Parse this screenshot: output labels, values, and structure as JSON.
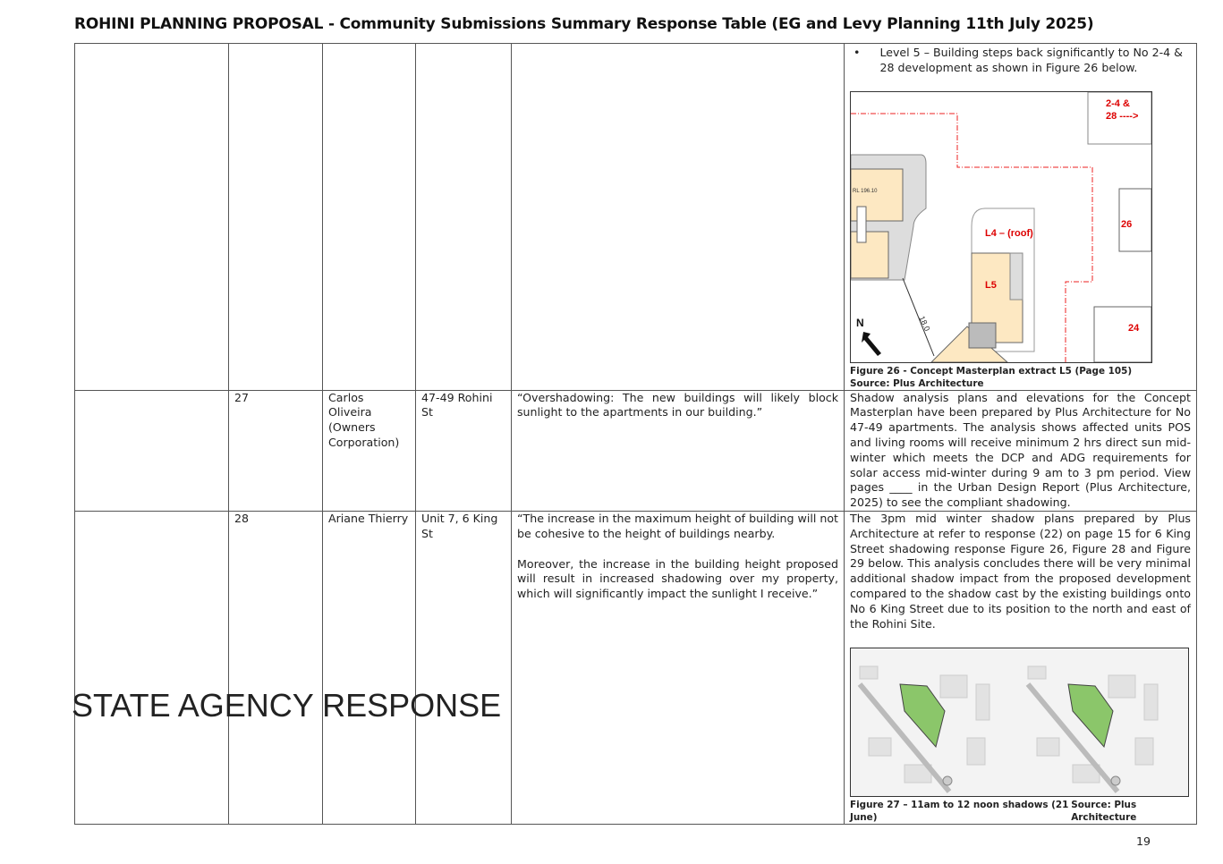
{
  "title": "ROHINI PLANNING PROPOSAL  - Community Submissions  Summary Response Table (EG and Levy Planning 11th July 2025)",
  "row0": {
    "bullet": "Level 5 – Building steps back significantly to No 2-4 & 28 development  as shown in Figure 26 below.",
    "figure": {
      "labels": {
        "l1": "2-4  &",
        "l2": "28   ---->",
        "n26": "26",
        "n24": "24",
        "l4": "L4 – (roof)",
        "l5": "L5",
        "n": "N",
        "dim": "18.0",
        "rl": "RL 196.10"
      },
      "caption": "Figure 26  - Concept Masterplan extract L5  (Page 105)",
      "source": "Source: Plus Architecture"
    }
  },
  "rows": [
    {
      "no": "27",
      "name": "Carlos Oliveira (Owners Corporation)",
      "address": "47-49 Rohini St",
      "submission": [
        "“Overshadowing: The new buildings will likely block sunlight to the apartments in our building.”"
      ],
      "response": "Shadow analysis plans and elevations for the Concept Masterplan have been prepared by Plus Architecture for No 47-49 apartments.  The analysis shows affected units POS and living rooms will receive minimum 2 hrs direct sun mid-winter which meets the DCP and ADG requirements for solar access mid-winter during 9 am to 3 pm period. View pages ____ in the Urban Design Report (Plus Architecture, 2025) to see the compliant shadowing."
    },
    {
      "no": "28",
      "name": "Ariane Thierry",
      "address": "Unit 7, 6 King St",
      "submission": [
        "“The increase in the maximum height of building will not be cohesive to the height of buildings nearby.",
        "Moreover, the increase in the building height proposed will result in increased shadowing over my property, which will significantly impact the sunlight I receive.”"
      ],
      "response": "The 3pm mid winter shadow plans prepared by Plus Architecture at refer to response (22) on page 15 for 6 King Street shadowing response Figure 26, Figure 28 and Figure 29 below. This analysis concludes  there will be very minimal additional shadow impact from the proposed development compared to the shadow cast by the existing buildings onto No 6 King Street due to its position to the north and east of the Rohini Site.",
      "figure": {
        "caption": "Figure 27 – 11am to 12 noon shadows (21 June)",
        "source": "Source: Plus Architecture"
      }
    }
  ],
  "overlay": "STATE AGENCY RESPONSE",
  "page_number": "19"
}
